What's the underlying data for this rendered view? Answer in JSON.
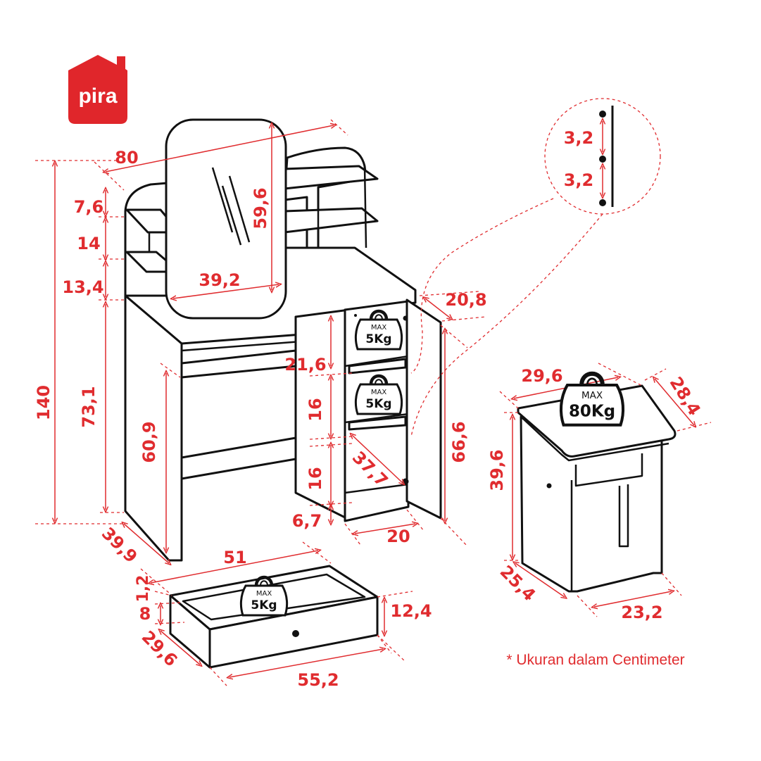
{
  "brand": {
    "name": "pira",
    "color": "#e0262b"
  },
  "colors": {
    "dimension": "#e02c2f",
    "outline": "#111111"
  },
  "dimensions": {
    "table_width": "80",
    "total_height": "140",
    "table_height": "73,1",
    "shelf_1": "7,6",
    "shelf_2": "14",
    "shelf_3": "13,4",
    "mirror_height": "59,6",
    "mirror_width": "39,2",
    "cabinet_depth": "20,8",
    "cabinet_height": "66,6",
    "knee_height": "60,9",
    "table_depth": "39,9",
    "cab_shelf_1": "21,6",
    "cab_shelf_2": "16",
    "cab_shelf_3": "16",
    "cab_base": "6,7",
    "cab_inner_height": "37,7",
    "cab_width": "20",
    "hole_spacing_1": "3,2",
    "hole_spacing_2": "3,2",
    "drawer_inner_width": "51",
    "drawer_thickness": "1,2",
    "drawer_inner_height": "8",
    "drawer_front_height": "12,4",
    "drawer_depth": "29,6",
    "drawer_front_width": "55,2",
    "stool_width": "29,6",
    "stool_depth": "28,4",
    "stool_height": "39,6",
    "stool_leg_depth": "25,4",
    "stool_leg_width": "23,2"
  },
  "weights": {
    "max_label": "MAX",
    "shelf_top": "5Kg",
    "shelf_middle": "5Kg",
    "drawer": "5Kg",
    "stool": "80Kg"
  },
  "footnote": "* Ukuran dalam Centimeter"
}
